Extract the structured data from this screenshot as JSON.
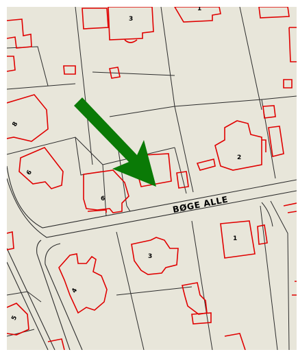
{
  "map": {
    "street_name": "BØGE ALLE",
    "house_numbers": {
      "top_a": "3",
      "top_b": "1",
      "left_a": "8",
      "left_b": "6",
      "mid_6": "6",
      "mid_2": "2",
      "bottom_3": "3",
      "bottom_1": "1",
      "bottom_4": "4",
      "bottom_5": "5"
    },
    "marker": {
      "type": "arrow",
      "color": "#0a7a06"
    },
    "colors": {
      "background": "#e8e6da",
      "parcel_lines": "#2b2b2b",
      "buildings": "#e00000"
    }
  }
}
